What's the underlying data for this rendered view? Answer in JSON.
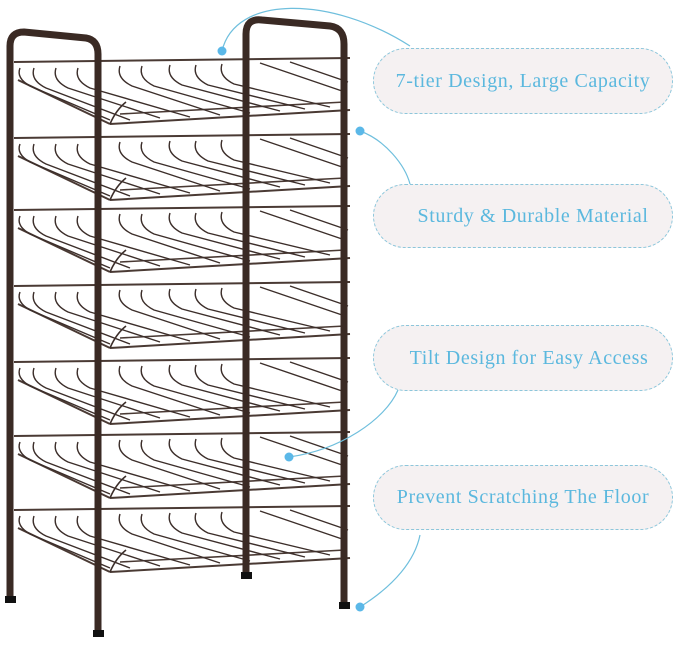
{
  "product": {
    "name": "7-tier wire shelf rack",
    "frame_color": "#3a2a24",
    "accent_color": "#5bb8de",
    "tiers": 7
  },
  "callouts": [
    {
      "label": "7-tier Design, Large Capacity"
    },
    {
      "label": "Sturdy & Durable Material"
    },
    {
      "label": "Tilt Design for Easy Access"
    },
    {
      "label": "Prevent Scratching The Floor"
    }
  ]
}
